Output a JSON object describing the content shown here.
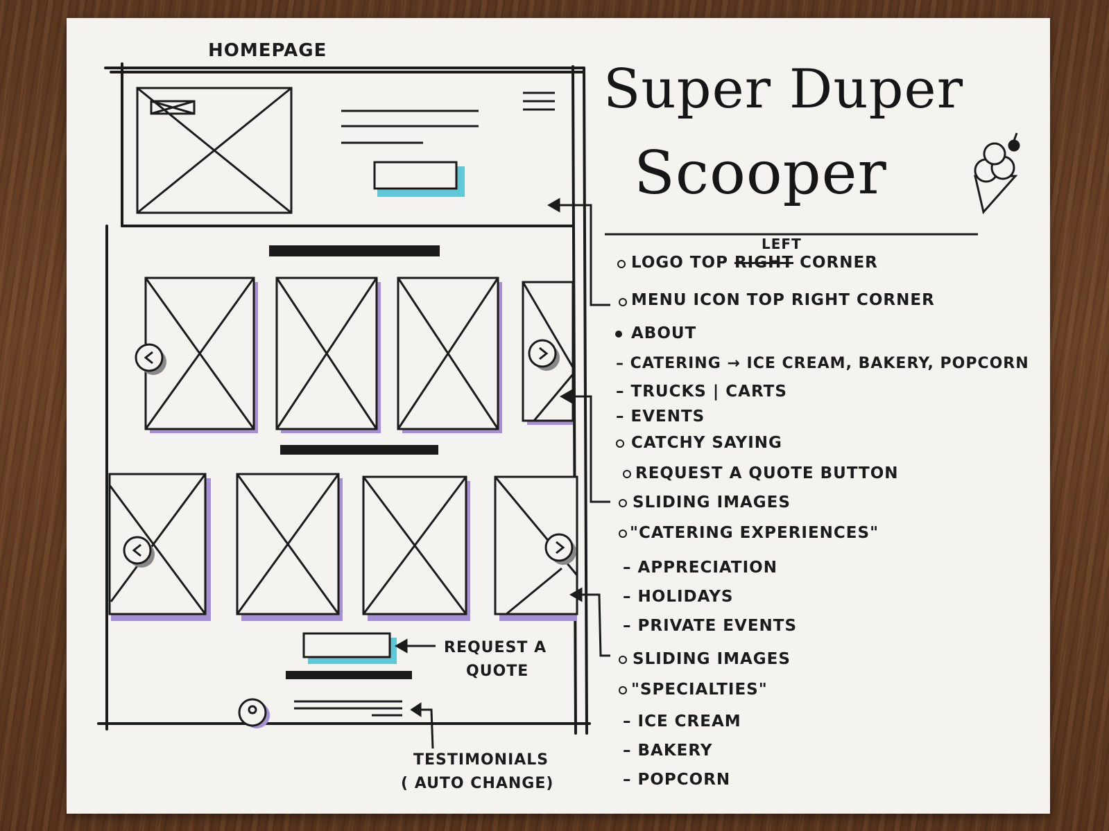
{
  "wireframe": {
    "page_label": "Homepage",
    "ann_request_quote_line1": "Request a",
    "ann_request_quote_line2": "Quote",
    "ann_testimonials_line1": "Testimonials",
    "ann_testimonials_line2": "( Auto change)"
  },
  "brand": {
    "title_line1": "Super Duper",
    "title_line2": "Scooper"
  },
  "notes": {
    "item1_prefix": "Logo top",
    "item1_struck": "Right",
    "item1_suffix": "corner",
    "item1_correction": "Left",
    "item2": "Menu Icon top Right corner",
    "item3": "About",
    "item4": "Catering → Ice Cream, Bakery, Popcorn",
    "item5": "Trucks | Carts",
    "item6": "Events",
    "item7": "Catchy saying",
    "item8": "Request a Quote Button",
    "item9": "Sliding Images",
    "item10": "\"Catering Experiences\"",
    "item11": "Appreciation",
    "item12": "Holidays",
    "item13": "Private Events",
    "item14": "Sliding Images",
    "item15": "\"Specialties\"",
    "item16": "Ice Cream",
    "item17": "Bakery",
    "item18": "Popcorn"
  },
  "colors": {
    "ink": "#1b1b1b",
    "button_highlight": "#5cc8d8",
    "card_shadow": "#a58fd6",
    "paper": "#f4f3f0"
  }
}
